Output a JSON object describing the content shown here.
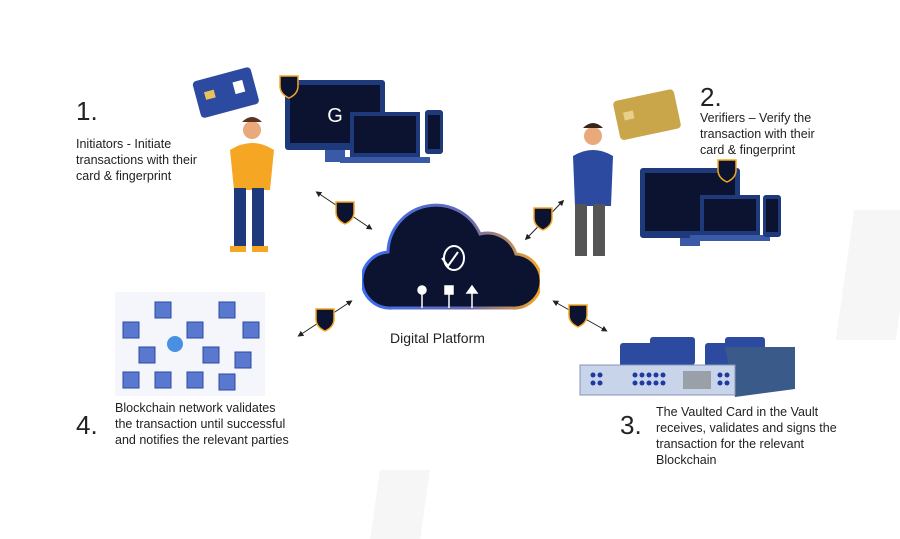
{
  "center": {
    "label": "Digital Platform"
  },
  "steps": [
    {
      "number": "1.",
      "text": "Initiators - Initiate transactions with their card & fingerprint"
    },
    {
      "number": "2.",
      "text": "Verifiers – Verify the transaction with their card & fingerprint"
    },
    {
      "number": "3.",
      "text": "The Vaulted Card in the Vault receives, validates and signs the transaction for the relevant Blockchain"
    },
    {
      "number": "4.",
      "text": "Blockchain network validates the transaction until successful and notifies the relevant parties"
    }
  ],
  "colors": {
    "navy": "#0b1330",
    "blue": "#2b4aa0",
    "orange": "#f5a623",
    "gold": "#c9a64a"
  }
}
